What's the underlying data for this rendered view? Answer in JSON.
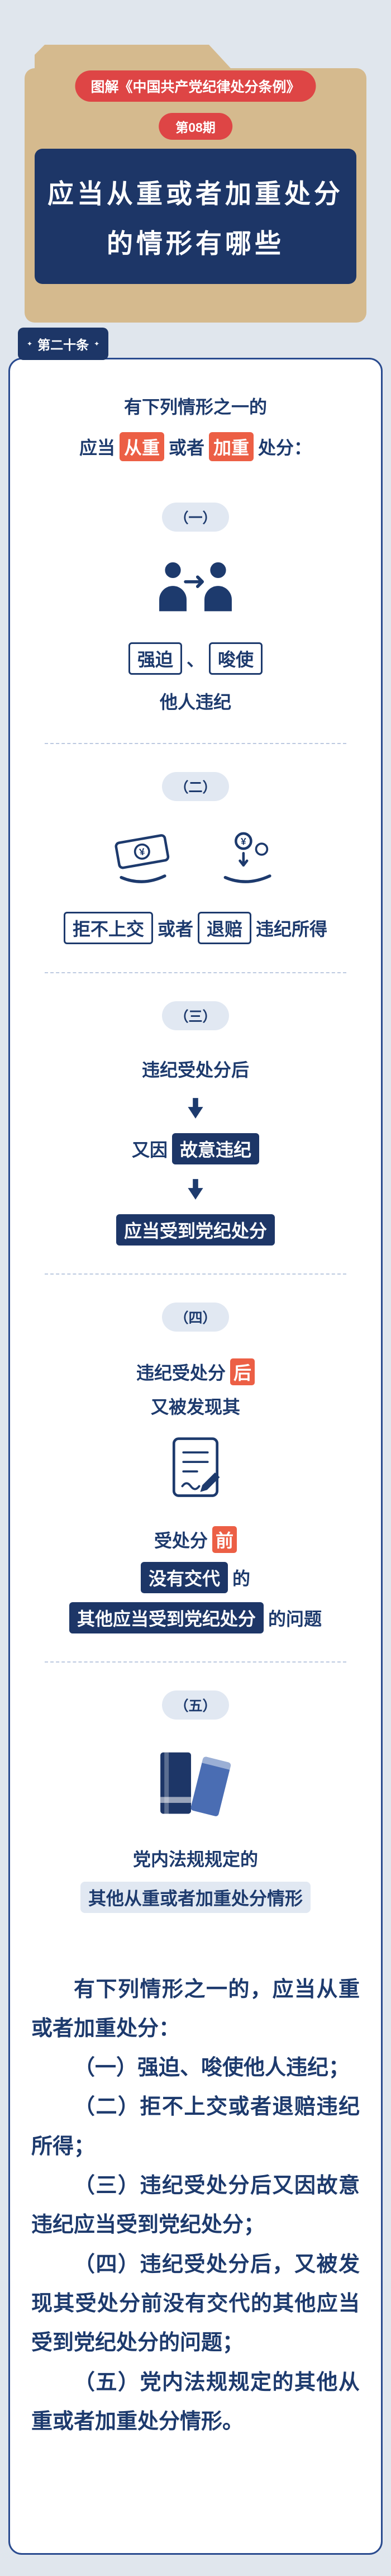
{
  "colors": {
    "page_bg": "#e0e6ed",
    "folder_tan": "#d5ba8e",
    "badge_red": "#de4545",
    "navy": "#1d3667",
    "text_navy": "#1d3a6d",
    "card_border": "#2a4b8f",
    "highlight_orange": "#ec5f45",
    "divider_blue": "#bcc9e0"
  },
  "header": {
    "series_badge": "图解《中国共产党纪律处分条例》",
    "issue_badge": "第08期",
    "title_line1": "应当从重或者加重处分",
    "title_line2": "的情形有哪些"
  },
  "article_badge": {
    "star": "✦",
    "label": "第二十条"
  },
  "intro": {
    "line1": "有下列情形之一的",
    "pre": "应当",
    "highlight1": "从重",
    "mid": "或者",
    "highlight2": "加重",
    "post": "处分："
  },
  "sections": {
    "s1": {
      "num": "（一）",
      "box1": "强迫",
      "sep": "、",
      "box2": "唆使",
      "text": "他人违纪"
    },
    "s2": {
      "num": "（二）",
      "box1": "拒不上交",
      "mid": "或者",
      "box2": "退赔",
      "text": "违纪所得"
    },
    "s3": {
      "num": "（三）",
      "line1": "违纪受处分后",
      "line2_pre": "又因",
      "line2_hl": "故意违纪",
      "line3_hl": "应当受到党纪处分"
    },
    "s4": {
      "num": "（四）",
      "l1_pre": "违纪受处分",
      "l1_hl": "后",
      "l2": "又被发现其",
      "l3_pre": "受处分",
      "l3_hl": "前",
      "l4_hl": "没有交代",
      "l4_post": "的",
      "l5_hl": "其他应当受到党纪处分",
      "l5_post": "的问题"
    },
    "s5": {
      "num": "（五）",
      "line1": "党内法规规定的",
      "line2": "其他从重或者加重处分情形"
    }
  },
  "summary": {
    "paragraphs": [
      "有下列情形之一的，应当从重或者加重处分：",
      "（一）强迫、唆使他人违纪；",
      "（二）拒不上交或者退赔违纪所得；",
      "（三）违纪受处分后又因故意违纪应当受到党纪处分；",
      "（四）违纪受处分后，又被发现其受处分前没有交代的其他应当受到党纪处分的问题；",
      "（五）党内法规规定的其他从重或者加重处分情形。"
    ]
  },
  "icons": {
    "people": "coerce-instigate-people-icon",
    "money_refuse": "refuse-hand-over-money-icon",
    "money_return": "return-money-icon",
    "down_arrow": "down-arrow-icon",
    "document": "signed-document-icon",
    "books": "party-regulations-books-icon"
  }
}
